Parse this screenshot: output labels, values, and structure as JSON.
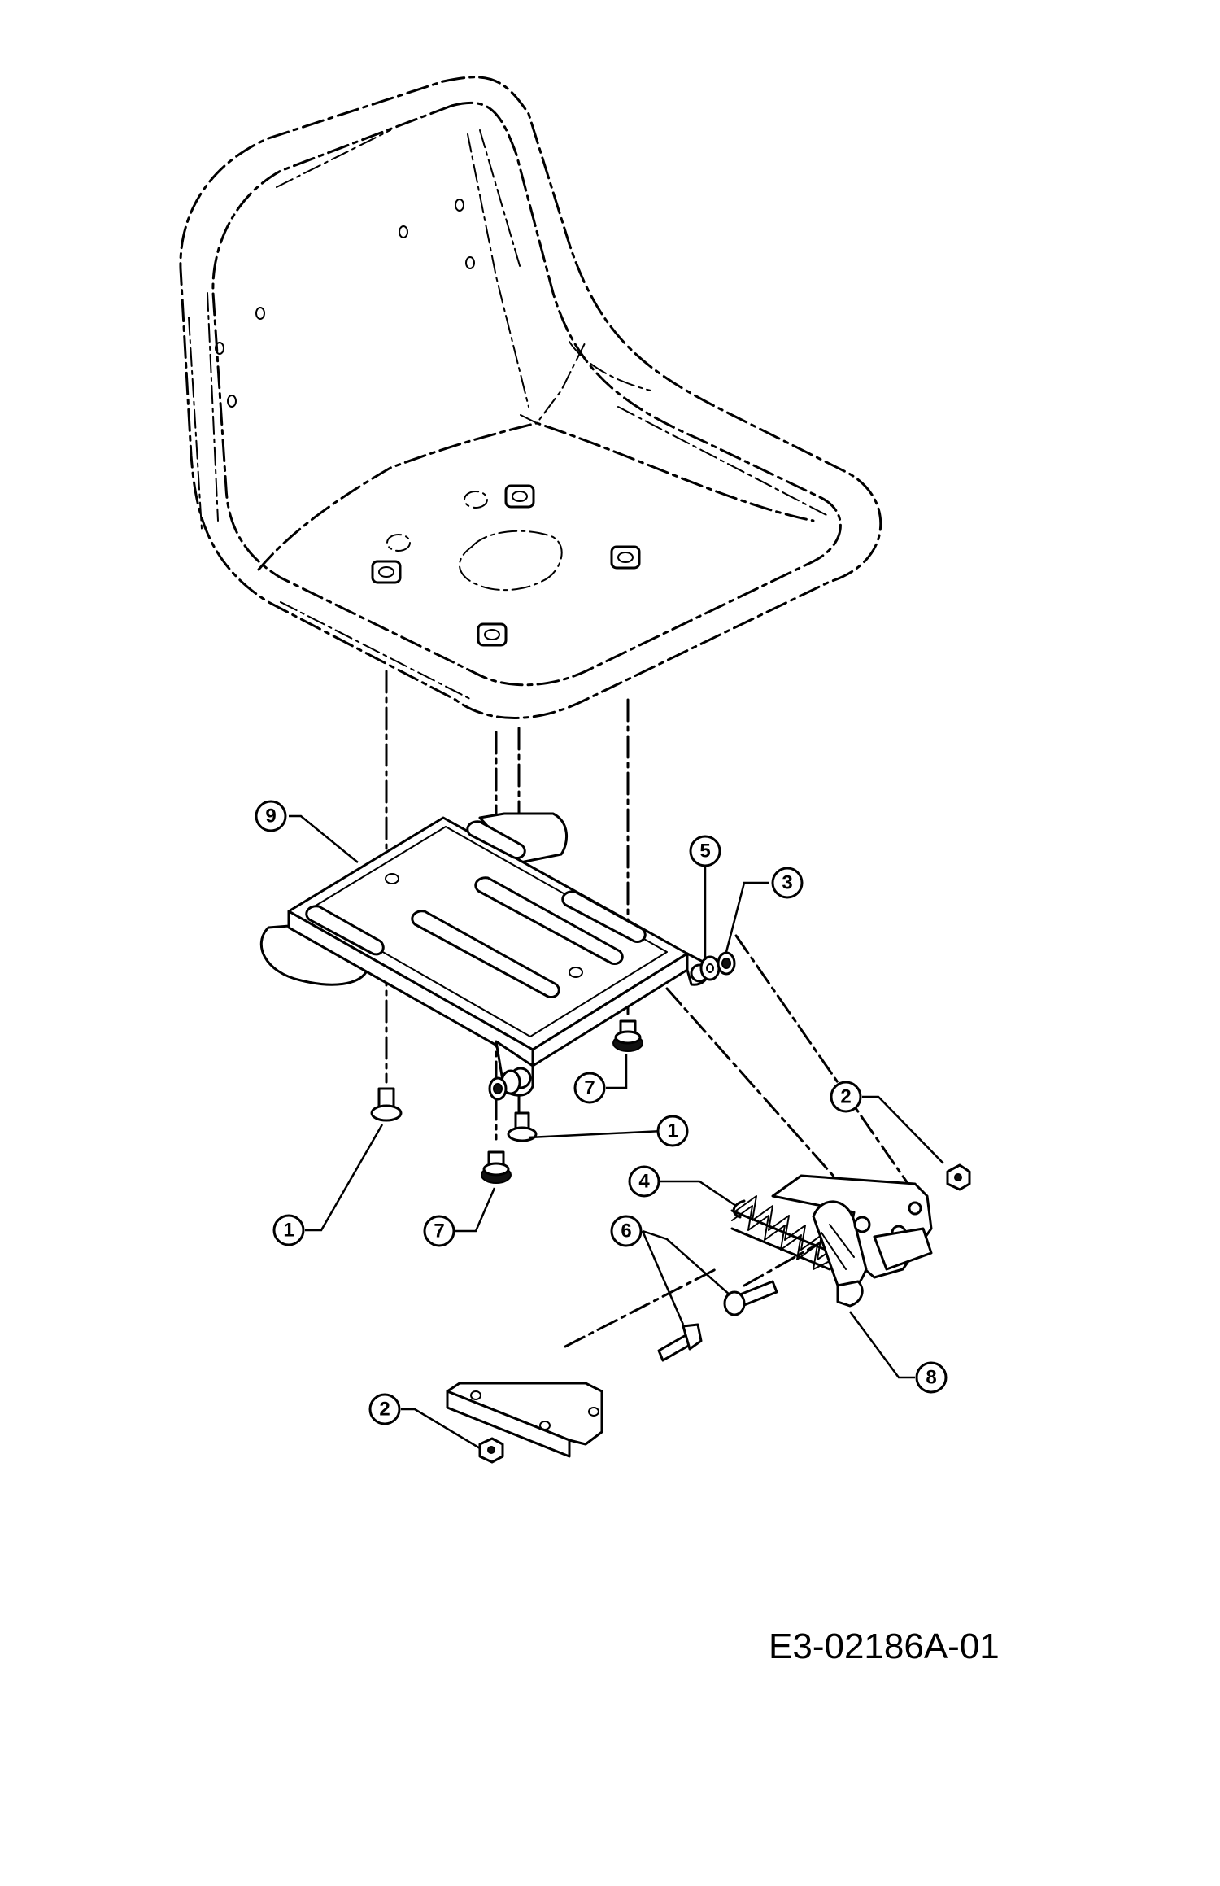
{
  "drawing_code": "E3-02186A-01",
  "callouts": [
    {
      "id": "c9",
      "label": "9"
    },
    {
      "id": "c5",
      "label": "5"
    },
    {
      "id": "c3",
      "label": "3"
    },
    {
      "id": "c2a",
      "label": "2"
    },
    {
      "id": "c7a",
      "label": "7"
    },
    {
      "id": "c1a",
      "label": "1"
    },
    {
      "id": "c1b",
      "label": "1"
    },
    {
      "id": "c7b",
      "label": "7"
    },
    {
      "id": "c4",
      "label": "4"
    },
    {
      "id": "c6",
      "label": "6"
    },
    {
      "id": "c8",
      "label": "8"
    },
    {
      "id": "c2b",
      "label": "2"
    }
  ]
}
